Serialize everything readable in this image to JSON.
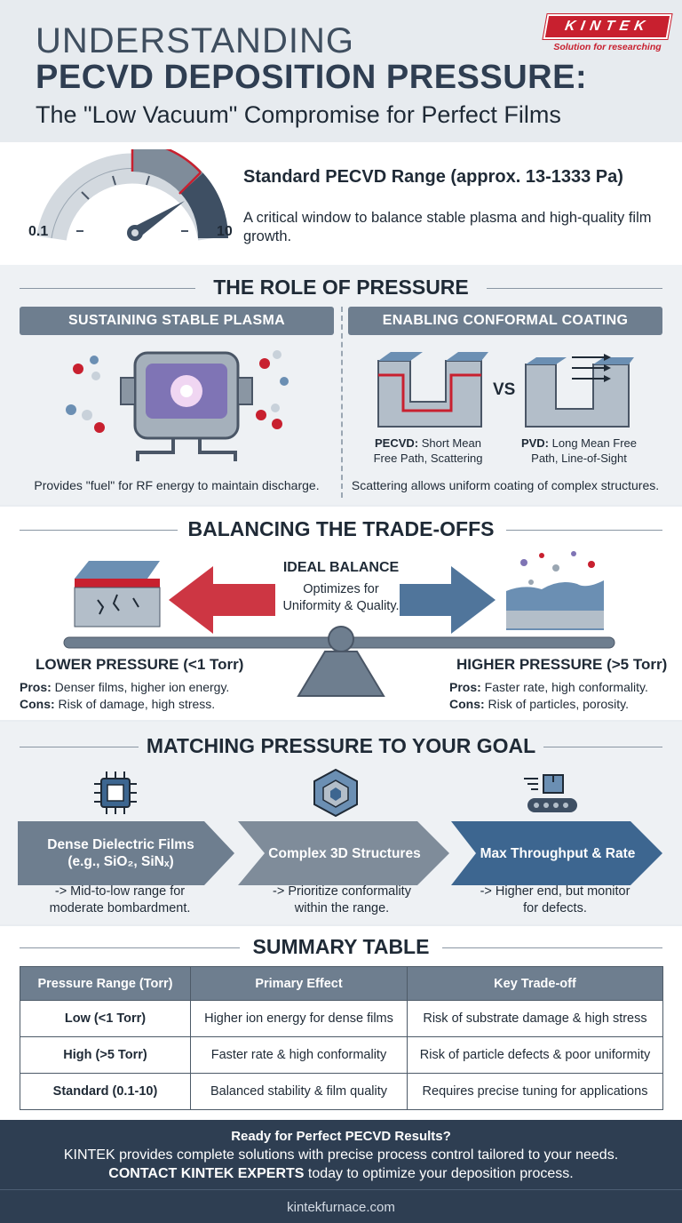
{
  "header": {
    "line1": "UNDERSTANDING",
    "line2": "PECVD DEPOSITION PRESSURE:",
    "line3": "The \"Low Vacuum\" Compromise for Perfect Films"
  },
  "logo": {
    "brand": "KINTEK",
    "tagline": "Solution for researching"
  },
  "range": {
    "title": "Standard PECVD Range (approx. 13-1333 Pa)",
    "description": "A critical window to balance stable plasma and high-quality film growth.",
    "gauge_min": "0.1",
    "gauge_max": "10"
  },
  "role": {
    "heading": "THE ROLE OF PRESSURE",
    "left_title": "SUSTAINING STABLE PLASMA",
    "left_caption": "Provides \"fuel\" for RF energy to maintain discharge.",
    "right_title": "ENABLING CONFORMAL COATING",
    "pecvd_label": "PECVD:",
    "pecvd_text": " Short Mean",
    "pecvd_text2": "Free Path, Scattering",
    "vs": "VS",
    "pvd_label": "PVD:",
    "pvd_text": " Long Mean Free",
    "pvd_text2": "Path, Line-of-Sight",
    "right_caption": "Scattering allows uniform coating of complex structures."
  },
  "tradeoffs": {
    "heading": "BALANCING THE TRADE-OFFS",
    "ideal_title": "IDEAL BALANCE",
    "ideal_desc1": "Optimizes for",
    "ideal_desc2": "Uniformity & Quality.",
    "low_title": "LOWER PRESSURE (<1 Torr)",
    "low_pros_label": "Pros:",
    "low_pros": " Denser films, higher ion energy.",
    "low_cons_label": "Cons:",
    "low_cons": " Risk of damage, high stress.",
    "high_title": "HIGHER PRESSURE (>5 Torr)",
    "high_pros_label": "Pros:",
    "high_pros": " Faster rate, high conformality.",
    "high_cons_label": "Cons:",
    "high_cons": " Risk of particles, porosity."
  },
  "goals": {
    "heading": "MATCHING PRESSURE TO YOUR GOAL",
    "g1_title": "Dense Dielectric Films",
    "g1_sub": "(e.g., SiO₂, SiNₓ)",
    "g1_desc1": "-> Mid-to-low range for",
    "g1_desc2": "moderate bombardment.",
    "g2_title": "Complex 3D Structures",
    "g2_desc1": "-> Prioritize conformality",
    "g2_desc2": "within the range.",
    "g3_title": "Max Throughput & Rate",
    "g3_desc1": "-> Higher end, but monitor",
    "g3_desc2": "for defects."
  },
  "summary": {
    "heading": "SUMMARY TABLE",
    "columns": [
      "Pressure Range (Torr)",
      "Primary Effect",
      "Key Trade-off"
    ],
    "rows": [
      [
        "Low (<1 Torr)",
        "Higher ion energy for dense films",
        "Risk of substrate damage & high stress"
      ],
      [
        "High (>5 Torr)",
        "Faster rate & high conformality",
        "Risk of particle defects & poor uniformity"
      ],
      [
        "Standard (0.1-10)",
        "Balanced stability & film quality",
        "Requires precise tuning for applications"
      ]
    ]
  },
  "footer": {
    "cta_title": "Ready for Perfect PECVD Results?",
    "line2": "KINTEK provides complete solutions with precise process control tailored to your needs.",
    "line3_bold": "CONTACT KINTEK EXPERTS",
    "line3_rest": " today to optimize your deposition process.",
    "website": "kintekfurnace.com"
  },
  "colors": {
    "accent_red": "#c8202f",
    "accent_blue": "#3d6690",
    "slate": "#6e7e8f",
    "navy": "#2e3e52"
  }
}
